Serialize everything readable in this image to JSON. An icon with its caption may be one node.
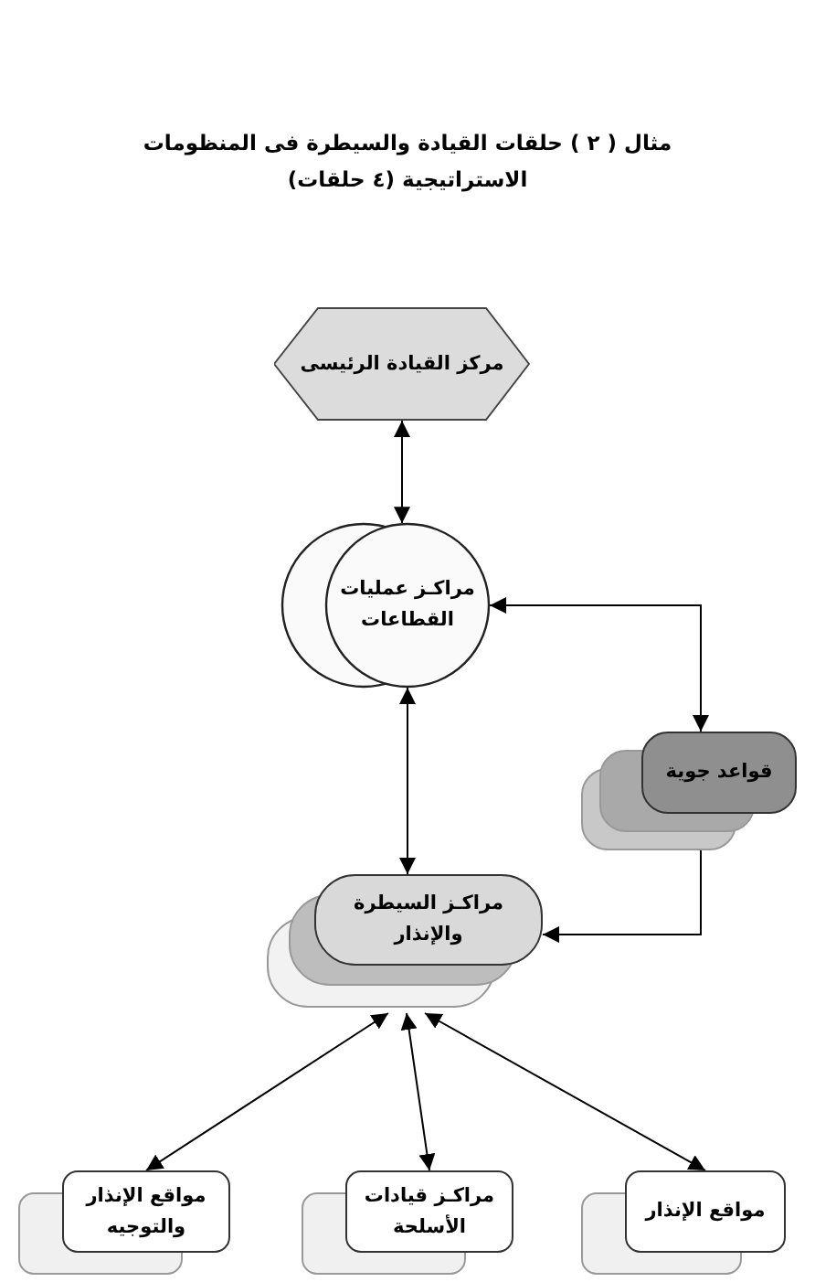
{
  "diagram": {
    "title": "مثال ( ٢ ) حلقات القيادة والسيطرة فى المنظومات الاستراتيجية (٤ حلقات)",
    "nodes": [
      {
        "text": [
          "مركز القيادة الرئيسى"
        ]
      },
      {
        "text": [
          "مراكـز عمليات القطاعات"
        ]
      },
      {
        "text": [
          "قواعد جوية"
        ]
      },
      {
        "text": [
          "مراكـز السيطرة والإنذار"
        ]
      },
      {
        "text": [
          "مواقع الإنذار والتوجيه"
        ]
      },
      {
        "text": [
          "مراكـز قيادات الأسلحة"
        ]
      },
      {
        "text": [
          "مواقع الإنذار"
        ]
      }
    ],
    "edges": [
      {
        "from": 0,
        "to": 1,
        "arrow": "both"
      },
      {
        "from": 1,
        "to": 2,
        "arrow": "both"
      },
      {
        "from": 2,
        "to": 3,
        "arrow": "both"
      },
      {
        "from": 1,
        "to": 3,
        "arrow": "both"
      },
      {
        "from": 3,
        "to": 4,
        "arrow": "both"
      },
      {
        "from": 3,
        "to": 5,
        "arrow": "both"
      },
      {
        "from": 3,
        "to": 6,
        "arrow": "both"
      }
    ]
  }
}
